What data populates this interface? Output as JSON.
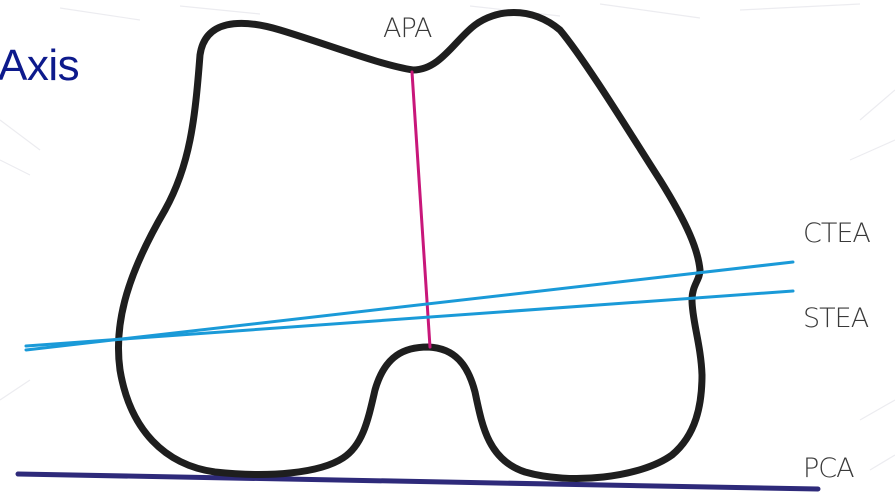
{
  "slide": {
    "title": "Axis"
  },
  "labels": {
    "apa": "APA",
    "ctea": "CTEA",
    "stea": "STEA",
    "pca": "PCA"
  },
  "colors": {
    "title": "#0d1a8c",
    "outline": "#1e1e1e",
    "apa_line": "#c8177a",
    "epicondylar_lines": "#1a9ad8",
    "pca_line": "#2e2a7a",
    "label_text": "#3a3a3a"
  }
}
